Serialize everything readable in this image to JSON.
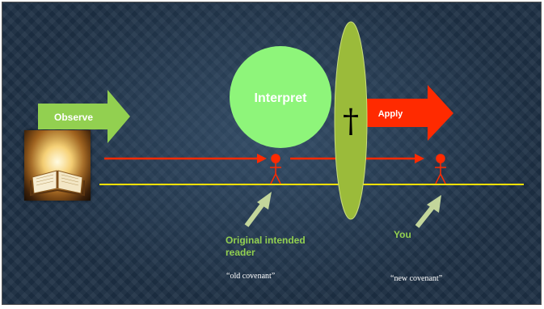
{
  "labels": {
    "observe": "Observe",
    "interpret": "Interpret",
    "apply": "Apply",
    "original_reader": "Original intended reader",
    "you": "You",
    "old_covenant": "“old covenant”",
    "new_covenant": "“new covenant”"
  },
  "symbols": {
    "cross": "†"
  },
  "icons": {
    "bible": "open-bible-glowing",
    "person": "stick-figure"
  },
  "colors": {
    "green_shape": "#92d050",
    "circle_fill": "#8ef57a",
    "lens_fill": "#9bbb3a",
    "red": "#ff2a00",
    "timeline": "#ffe100",
    "pointer_arrow": "#c3d69b"
  }
}
